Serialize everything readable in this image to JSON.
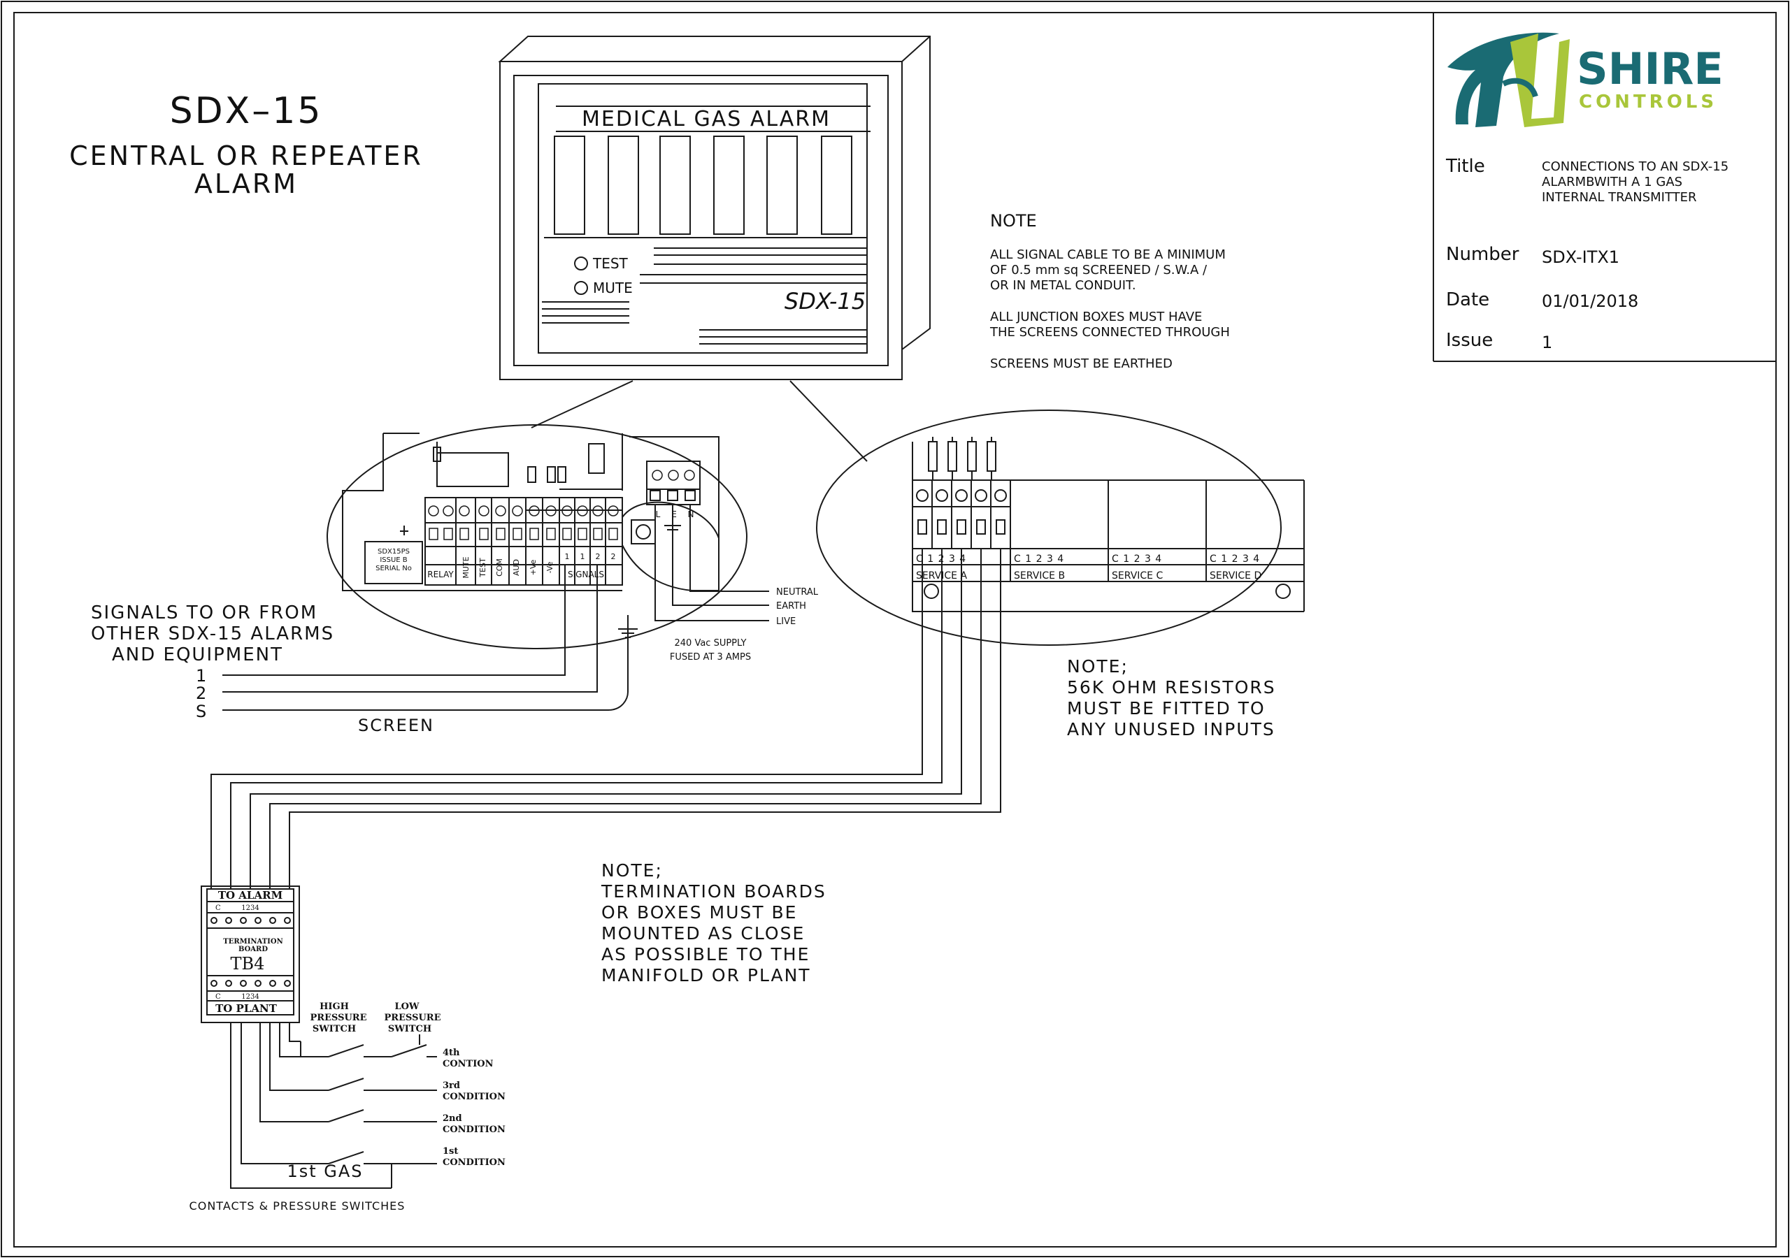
{
  "heading": {
    "model": "SDX–15",
    "subtitle_line1": "CENTRAL OR REPEATER",
    "subtitle_line2": "ALARM"
  },
  "alarm_panel": {
    "title": "MEDICAL GAS ALARM",
    "test_label": "TEST",
    "mute_label": "MUTE",
    "model_label": "SDX-15"
  },
  "note_cable": {
    "heading": "NOTE",
    "lines": [
      "ALL SIGNAL CABLE TO BE A MINIMUM",
      "OF 0.5 mm sq SCREENED / S.W.A /",
      "OR IN METAL CONDUIT.",
      "",
      "ALL JUNCTION BOXES MUST HAVE",
      "THE SCREENS CONNECTED THROUGH",
      "",
      "SCREENS MUST BE EARTHED"
    ]
  },
  "logo": {
    "line1": "SHIRE",
    "line2": "CONTROLS"
  },
  "title_block": {
    "title_label": "Title",
    "title_lines": [
      "CONNECTIONS TO AN SDX-15",
      "ALARMBWITH A 1 GAS",
      "INTERNAL TRANSMITTER"
    ],
    "number_label": "Number",
    "number_value": "SDX-ITX1",
    "date_label": "Date",
    "date_value": "01/01/2018",
    "issue_label": "Issue",
    "issue_value": "1"
  },
  "left_board": {
    "psu_label_lines": [
      "SDX15PS",
      "ISSUE B",
      "SERIAL No"
    ],
    "terminals": [
      "RELAY",
      "MUTE",
      "TEST",
      "COM",
      "AUD",
      "+Ve",
      "-Ve",
      "1",
      "1",
      "2",
      "2"
    ],
    "signals_label": "SIGNALS",
    "supply_terminals": [
      "L",
      "E",
      "N"
    ]
  },
  "supply": {
    "neutral": "NEUTRAL",
    "earth": "EARTH",
    "live": "LIVE",
    "supply_line1": "240 Vac SUPPLY",
    "supply_line2": "FUSED AT 3 AMPS"
  },
  "signals_note": {
    "lines": [
      "SIGNALS TO OR FROM",
      "OTHER SDX-15 ALARMS",
      "AND EQUIPMENT"
    ],
    "wire_labels": [
      "1",
      "2",
      "S"
    ],
    "screen": "SCREEN"
  },
  "right_board": {
    "services": [
      {
        "terminals": "C 1 2 3 4",
        "label": "SERVICE  A"
      },
      {
        "terminals": "C 1 2 3 4",
        "label": "SERVICE B"
      },
      {
        "terminals": "C 1 2 3 4",
        "label": "SERVICE C"
      },
      {
        "terminals": "C 1 2 3 4",
        "label": "SERVICE D"
      }
    ]
  },
  "note_resistors": {
    "lines": [
      "NOTE;",
      "56K OHM RESISTORS",
      "MUST BE FITTED TO",
      "ANY UNUSED INPUTS"
    ]
  },
  "note_termination": {
    "lines": [
      "NOTE;",
      "TERMINATION BOARDS",
      "OR BOXES MUST BE",
      "MOUNTED AS CLOSE",
      "AS POSSIBLE TO THE",
      "MANIFOLD OR PLANT"
    ]
  },
  "tb4": {
    "to_alarm": "TO ALARM",
    "c": "C",
    "nums": "1234",
    "board_line1": "TERMINATION",
    "board_line2": "BOARD",
    "name": "TB4",
    "to_plant": "TO PLANT"
  },
  "switches": {
    "high": [
      "HIGH",
      "PRESSURE",
      "SWITCH"
    ],
    "low": [
      "LOW",
      "PRESSURE",
      "SWITCH"
    ]
  },
  "conditions": [
    [
      "4th",
      "CONTION"
    ],
    [
      "3rd",
      "CONDITION"
    ],
    [
      "2nd",
      "CONDITION"
    ],
    [
      "1st",
      "CONDITION"
    ]
  ],
  "gas_label": "1st GAS",
  "footer_label": "CONTACTS & PRESSURE SWITCHES",
  "colors": {
    "line": "#1a1a1a",
    "logo_teal": "#1a6b73",
    "logo_green": "#a9c63a"
  }
}
